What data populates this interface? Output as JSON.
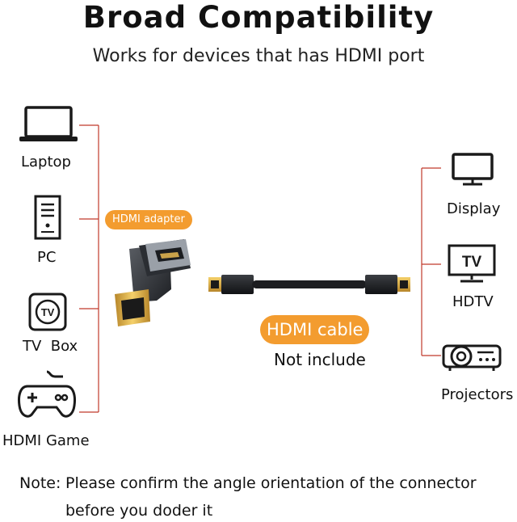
{
  "header": {
    "title": "Broad Compatibility",
    "subtitle": "Works for devices that has HDMI port"
  },
  "left_devices": [
    {
      "label": "Laptop",
      "icon": "laptop-icon"
    },
    {
      "label": "PC",
      "icon": "pc-tower-icon"
    },
    {
      "label": "TV  Box",
      "icon": "tv-box-icon"
    },
    {
      "label": "HDMI Game",
      "icon": "gamepad-icon"
    }
  ],
  "right_devices": [
    {
      "label": "Display",
      "icon": "monitor-icon"
    },
    {
      "label": "HDTV",
      "icon": "hdtv-icon"
    },
    {
      "label": "Projectors",
      "icon": "projector-icon"
    }
  ],
  "adapter": {
    "tag": "HDMI adapter"
  },
  "cable": {
    "tag": "HDMI cable",
    "caption": "Not include"
  },
  "tv_icon_text": "TV",
  "note": {
    "prefix": "Note:",
    "line1": "Please confirm the angle orientation of the connector",
    "line2": "before you doder it"
  },
  "colors": {
    "accent": "#f39c2f",
    "bracket_lines": "#c0392b",
    "adapter_body": "#3a3d42",
    "connector_gold": "#d9a93a",
    "icon_stroke": "#1a1a1a"
  }
}
